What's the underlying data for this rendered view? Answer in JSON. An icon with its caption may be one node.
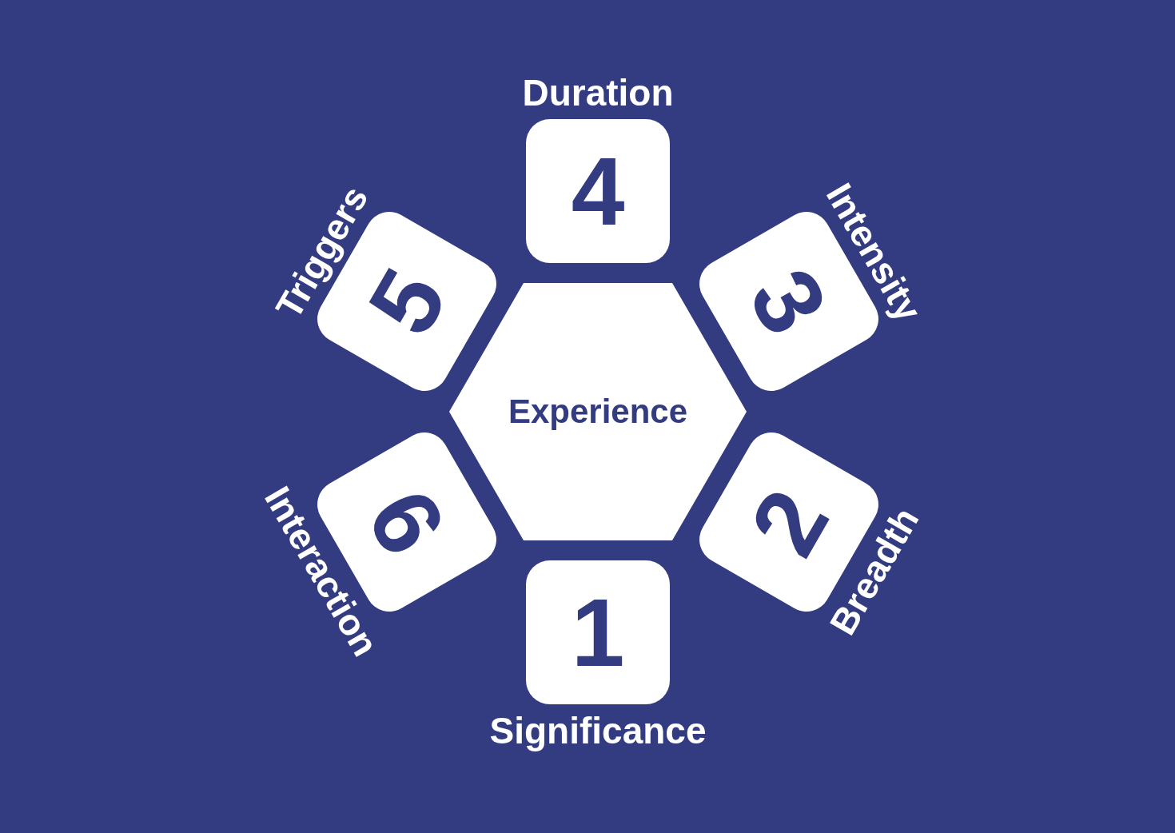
{
  "diagram": {
    "nodes": [
      {
        "text": [
          "Experience"
        ]
      },
      {
        "text": [
          "Duration",
          "4"
        ]
      },
      {
        "text": [
          "Triggers",
          "5"
        ]
      },
      {
        "text": [
          "Intensity",
          "3"
        ]
      },
      {
        "text": [
          "6",
          "Interaction"
        ]
      },
      {
        "text": [
          "2",
          "Breadth"
        ]
      },
      {
        "text": [
          "1",
          "Significance"
        ]
      }
    ]
  }
}
